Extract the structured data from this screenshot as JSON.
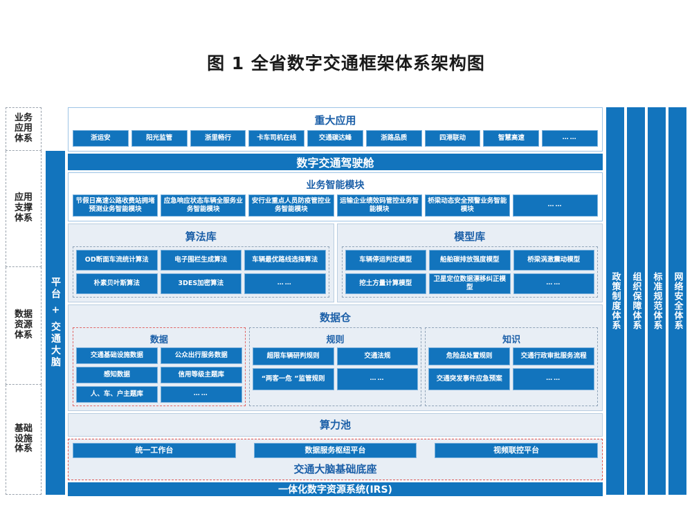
{
  "title": "图 1  全省数字交通框架体系架构图",
  "tiers": [
    {
      "label": "业务\n应用\n体系"
    },
    {
      "label": "应用\n支撑\n体系"
    },
    {
      "label": "数据\n资源\n体系"
    },
    {
      "label": "基础\n设施\n体系"
    }
  ],
  "brain": {
    "label": "平台 + 交通大脑"
  },
  "major_apps": {
    "title": "重大应用",
    "items": [
      "浙运安",
      "阳光监管",
      "浙里畅行",
      "卡车司机在线",
      "交通碳达峰",
      "浙路品质",
      "四港联动",
      "智慧高速",
      "……"
    ]
  },
  "cockpit": {
    "label": "数字交通驾驶舱"
  },
  "business_modules": {
    "title": "业务智能模块",
    "items": [
      "节假日高速公路收费站拥堵预测业务智能模块",
      "应急响应状态车辆全服务业务智能模块",
      "安行业重点人员防疫管控业务智能模块",
      "运输企业绩效码管控业务智能模块",
      "桥梁动态安全预警业务智能模块",
      "……"
    ]
  },
  "algorithm_library": {
    "title": "算法库",
    "row1": [
      "OD断面车流统计算法",
      "电子围栏生成算法",
      "车辆最优路线选择算法"
    ],
    "row2": [
      "朴素贝叶斯算法",
      "3DES加密算法",
      "……"
    ]
  },
  "model_library": {
    "title": "模型库",
    "row1": [
      "车辆停运判定模型",
      "船舶碳排放强度模型",
      "桥梁涡激震动模型"
    ],
    "row2": [
      "挖土方量计算模型",
      "卫星定位数据漂移纠正模型",
      "……"
    ]
  },
  "data_vault": {
    "title": "数据仓",
    "data": {
      "title": "数据",
      "row1": [
        "交通基础设施数据",
        "公众出行服务数据"
      ],
      "row2": [
        "感知数据",
        "信用等级主题库"
      ],
      "row3": [
        "人、车、户主题库",
        "……"
      ]
    },
    "rules": {
      "title": "规则",
      "row1": [
        "超限车辆研判规则",
        "交通法规"
      ],
      "row2": [
        "“两客一危 ”监管规则",
        "……"
      ]
    },
    "knowledge": {
      "title": "知识",
      "row1": [
        "危险品处置规则",
        "交通行政审批服务流程"
      ],
      "row2": [
        "交通突发事件应急预案",
        "……"
      ]
    }
  },
  "compute_pool": {
    "title": "算力池"
  },
  "base_platform": {
    "items": [
      "统一工作台",
      "数据服务枢纽平台",
      "视频联控平台"
    ],
    "caption": "交通大脑基础底座"
  },
  "irs": {
    "label": "一体化数字资源系统(IRS)"
  },
  "right_systems": [
    "政策制度体系",
    "组织保障体系",
    "标准规范体系",
    "网络安全体系"
  ],
  "colors": {
    "primary_blue": "#1274bd",
    "title_blue": "#1b5fa8",
    "panel_border": "#9cc3e5",
    "tint": "#e8eef5",
    "red_dash": "#e0534f"
  }
}
